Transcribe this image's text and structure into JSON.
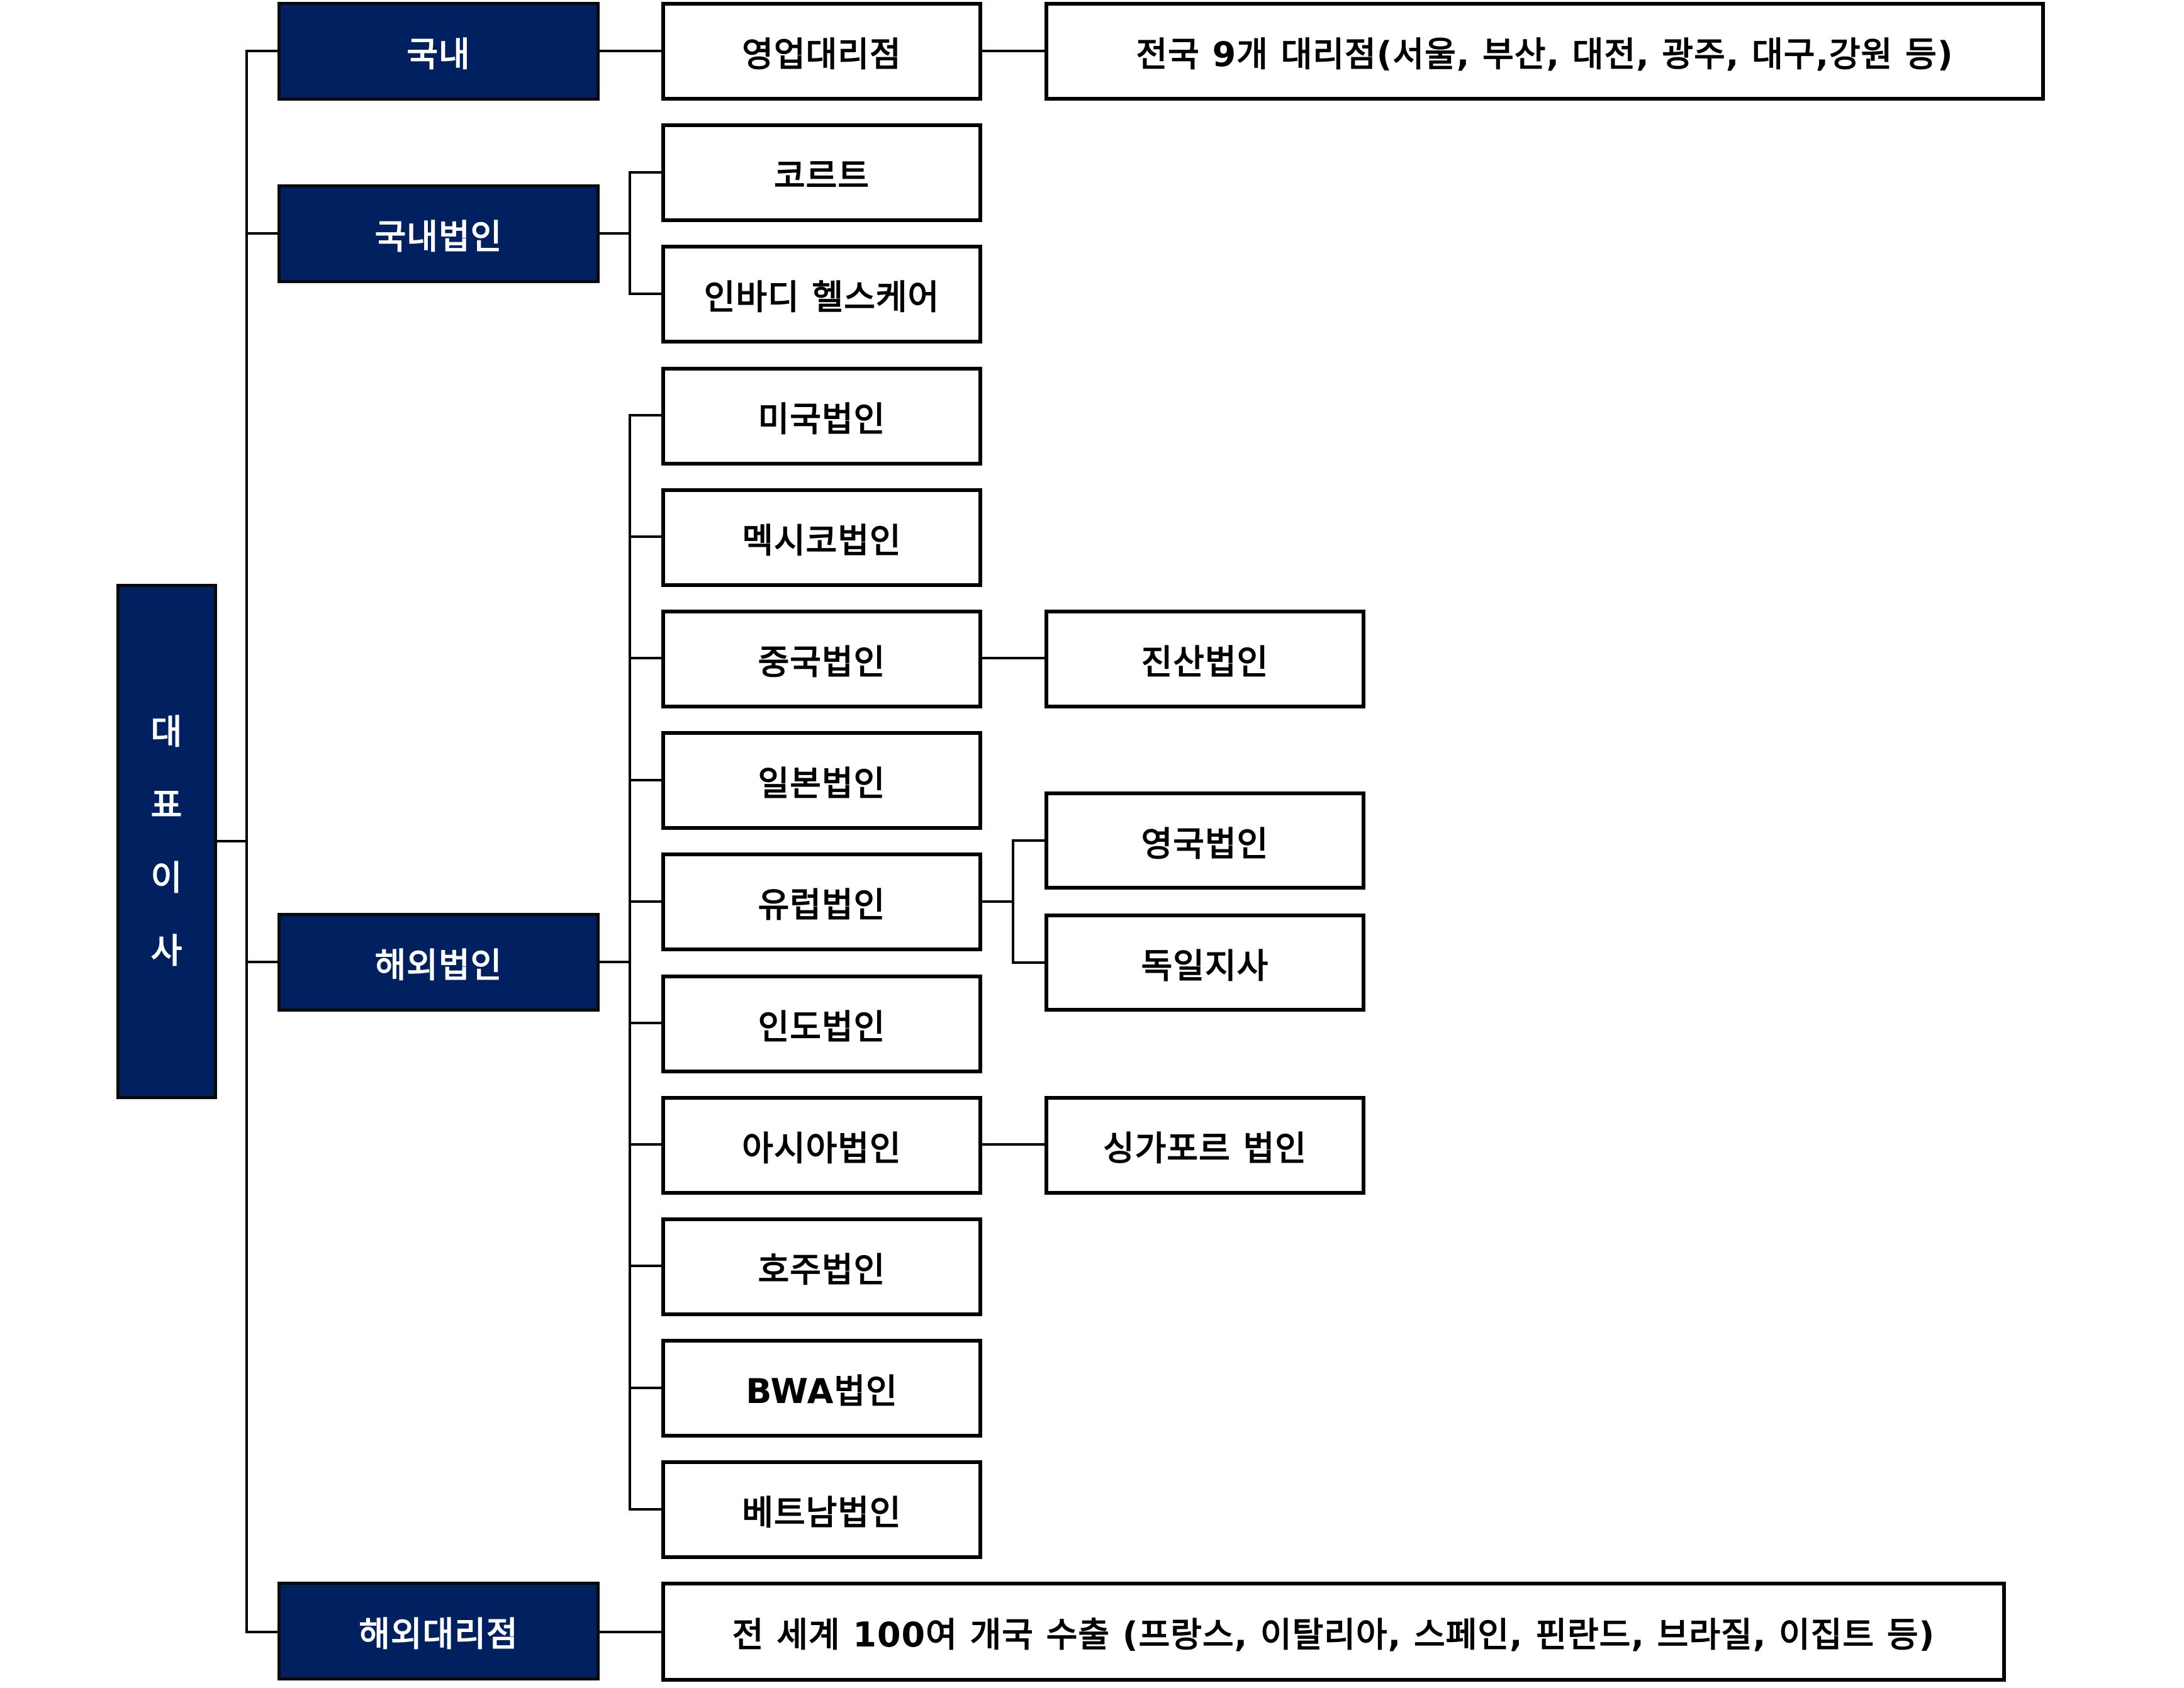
{
  "chart_data": {
    "type": "org-chart",
    "title": "",
    "root": {
      "label": "대표이사",
      "children": [
        {
          "label": "국내",
          "children": [
            {
              "label": "영업대리점",
              "children": [
                {
                  "label": "전국 9개 대리점(서울, 부산, 대전, 광주, 대구,강원 등)"
                }
              ]
            }
          ]
        },
        {
          "label": "국내법인",
          "children": [
            {
              "label": "코르트"
            },
            {
              "label": "인바디 헬스케어"
            }
          ]
        },
        {
          "label": "해외법인",
          "children": [
            {
              "label": "미국법인"
            },
            {
              "label": "멕시코법인"
            },
            {
              "label": "중국법인",
              "children": [
                {
                  "label": "진산법인"
                }
              ]
            },
            {
              "label": "일본법인"
            },
            {
              "label": "유럽법인",
              "children": [
                {
                  "label": "영국법인"
                },
                {
                  "label": "독일지사"
                }
              ]
            },
            {
              "label": "인도법인"
            },
            {
              "label": "아시아법인",
              "children": [
                {
                  "label": "싱가포르 법인"
                }
              ]
            },
            {
              "label": "호주법인"
            },
            {
              "label": "BWA법인"
            },
            {
              "label": "베트남법인"
            }
          ]
        },
        {
          "label": "해외대리점",
          "children": [
            {
              "label": "전 세계 100여 개국 수출 (프랑스, 이탈리아, 스페인, 핀란드, 브라질, 이집트 등)"
            }
          ]
        }
      ]
    }
  },
  "colors": {
    "navy": "#002060",
    "line": "#000000",
    "box_fill": "#ffffff"
  },
  "ceo": {
    "chars": [
      "대",
      "표",
      "이",
      "사"
    ]
  },
  "level1": {
    "domestic": "국내",
    "domestic_corp": "국내법인",
    "overseas_corp": "해외법인",
    "overseas_agency": "해외대리점"
  },
  "level2": {
    "sales_agency": "영업대리점",
    "korte": "코르트",
    "inbody_healthcare": "인바디 헬스케어",
    "usa": "미국법인",
    "mexico": "멕시코법인",
    "china": "중국법인",
    "japan": "일본법인",
    "europe": "유럽법인",
    "india": "인도법인",
    "asia": "아시아법인",
    "australia": "호주법인",
    "bwa": "BWA법인",
    "vietnam": "베트남법인",
    "worldwide_export": "전 세계 100여 개국 수출 (프랑스, 이탈리아, 스페인, 핀란드, 브라질, 이집트 등)"
  },
  "level3": {
    "nationwide_agencies": "전국 9개 대리점(서울, 부산, 대전, 광주, 대구,강원 등)",
    "jinsan": "진산법인",
    "uk": "영국법인",
    "germany": "독일지사",
    "singapore": "싱가포르 법인"
  }
}
